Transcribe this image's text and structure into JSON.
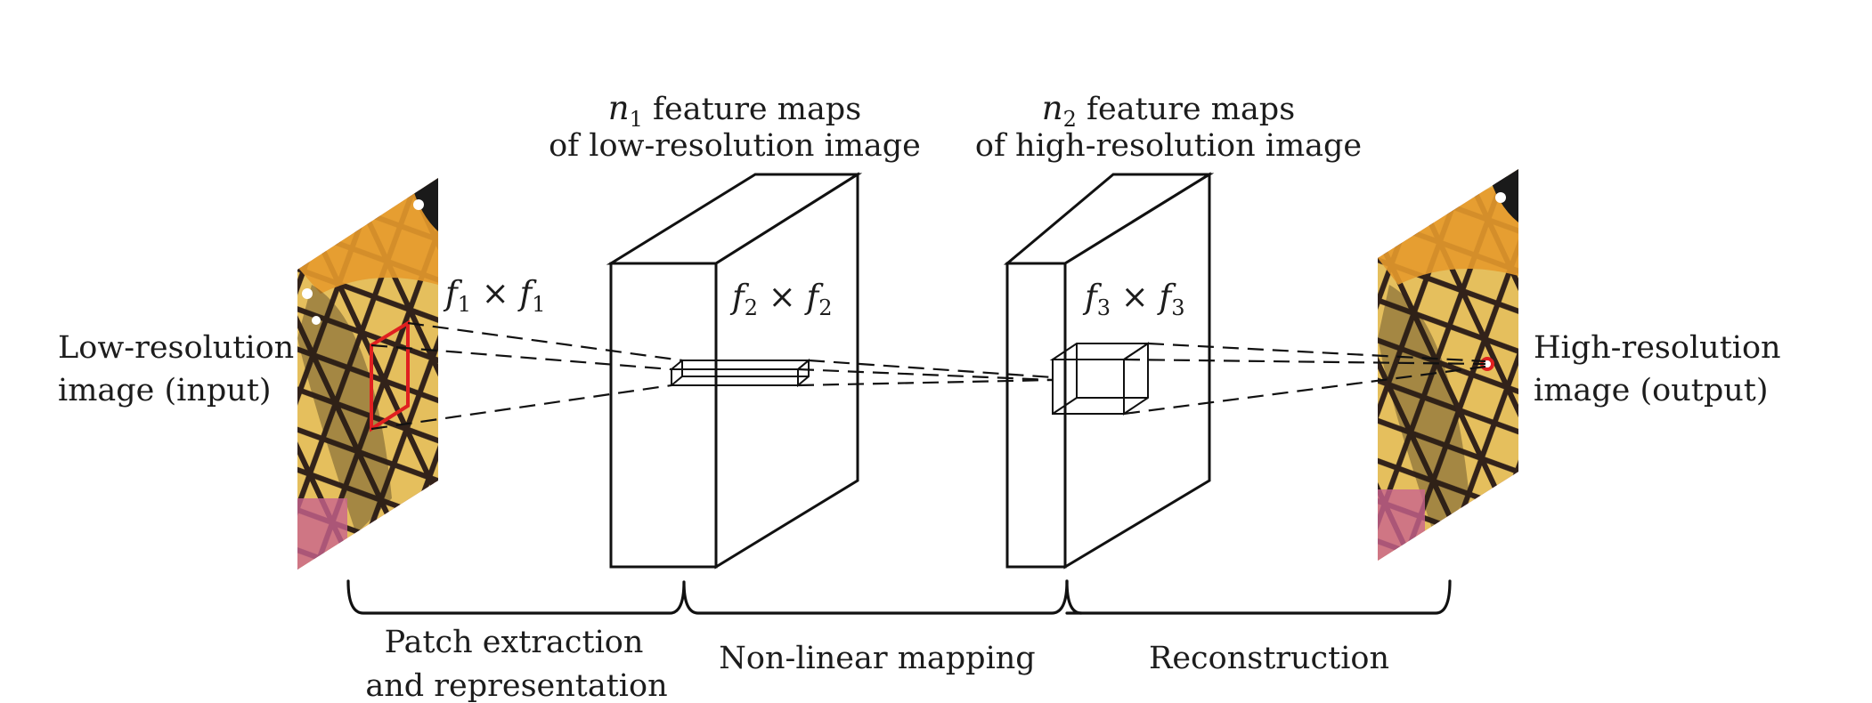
{
  "labels": {
    "input_line1": "Low-resolution",
    "input_line2": "image (input)",
    "output_line1": "High-resolution",
    "output_line2": "image (output)",
    "maps1_var": "n",
    "maps1_sub": "1",
    "maps1_rest": " feature maps",
    "maps1_line2": "of low-resolution image",
    "maps2_var": "n",
    "maps2_sub": "2",
    "maps2_rest": " feature maps",
    "maps2_line2": "of high-resolution image",
    "stage1_line1": "Patch extraction",
    "stage1_line2": "and representation",
    "stage2": "Non-linear mapping",
    "stage3": "Reconstruction"
  },
  "filters": [
    {
      "var": "f",
      "sub": "1",
      "times": " × "
    },
    {
      "var": "f",
      "sub": "2",
      "times": " × "
    },
    {
      "var": "f",
      "sub": "3",
      "times": " × "
    }
  ],
  "colors": {
    "highlight": "#e02020",
    "line": "#111111"
  },
  "images": {
    "input_icon": "butterfly-image",
    "output_icon": "butterfly-image"
  }
}
